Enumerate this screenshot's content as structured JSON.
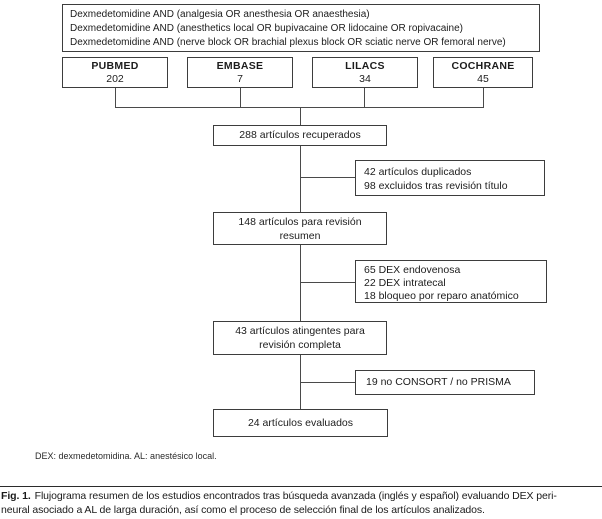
{
  "figure": {
    "search_box": {
      "lines": [
        "Dexmedetomidine AND (analgesia OR anesthesia OR anaesthesia)",
        "Dexmedetomidine AND (anesthetics local OR bupivacaine OR lidocaine OR ropivacaine)",
        "Dexmedetomidine AND (nerve block OR brachial plexus block OR sciatic nerve OR femoral nerve)"
      ]
    },
    "databases": [
      {
        "name": "PUBMED",
        "count": "202"
      },
      {
        "name": "EMBASE",
        "count": "7"
      },
      {
        "name": "LILACS",
        "count": "34"
      },
      {
        "name": "COCHRANE",
        "count": "45"
      }
    ],
    "flow": {
      "retrieved": "288 artículos recuperados",
      "excluded_title": {
        "lines": [
          "42 artículos duplicados",
          "98 excluidos tras revisión título"
        ]
      },
      "abstract_review": {
        "lines": [
          "148 artículos para revisión",
          "resumen"
        ]
      },
      "excluded_topic": {
        "lines": [
          "65 DEX endovenosa",
          "22 DEX intratecal",
          "18 bloqueo por reparo anatómico"
        ]
      },
      "full_review": {
        "lines": [
          "43 artículos atingentes para",
          "revisión completa"
        ]
      },
      "excluded_reporting": "19 no CONSORT / no PRISMA",
      "evaluated": "24 artículos evaluados"
    },
    "footnote": "DEX: dexmedetomidina. AL: anestésico local.",
    "caption": {
      "label": "Fig. 1.",
      "line1": "Flujograma resumen de los estudios encontrados tras búsqueda avanzada (inglés y español) evaluando DEX peri-",
      "line2": "neural asociado a AL de larga duración, así como el proceso de selección final de los artículos analizados."
    }
  },
  "colors": {
    "box_border": "#3d3d3d",
    "connector": "#4a4a4a",
    "text": "#1c1c1c",
    "background": "#ffffff"
  }
}
